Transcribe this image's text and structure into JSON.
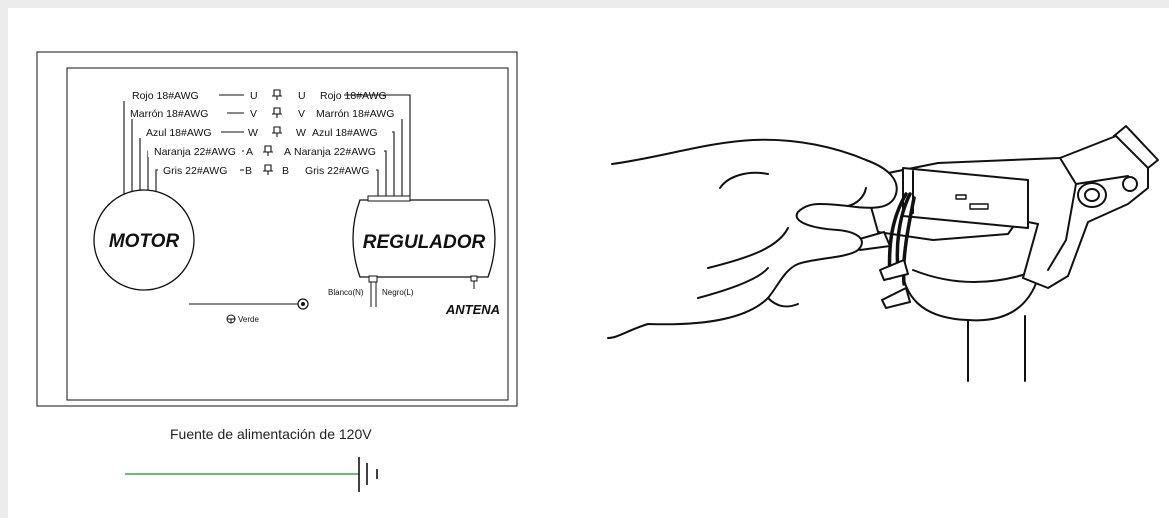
{
  "wiring": [
    {
      "left": "Rojo 18#AWG",
      "pin_left": "U",
      "pin_right": "U",
      "right": "Rojo 18#AWG"
    },
    {
      "left": "Marrón 18#AWG",
      "pin_left": "V",
      "pin_right": "V",
      "right": "Marrón 18#AWG"
    },
    {
      "left": "Azul 18#AWG",
      "pin_left": "W",
      "pin_right": "W",
      "right": "Azul 18#AWG"
    },
    {
      "left": "Naranja 22#AWG",
      "pin_left": "A",
      "pin_right": "A",
      "right": "Naranja 22#AWG"
    },
    {
      "left": "Gris 22#AWG",
      "pin_left": "B",
      "pin_right": "B",
      "right": "Gris 22#AWG"
    }
  ],
  "motor_label": "MOTOR",
  "regulator_label": "REGULADOR",
  "antenna_label": "ANTENA",
  "neutral_label": "Blanco(N)",
  "live_label": "Negro(L)",
  "ground_label": "Verde",
  "power_caption": "Fuente de alimentación de 120V",
  "colors": {
    "ground_wire": "#3aa845",
    "line": "#111111",
    "background": "#ececec"
  }
}
